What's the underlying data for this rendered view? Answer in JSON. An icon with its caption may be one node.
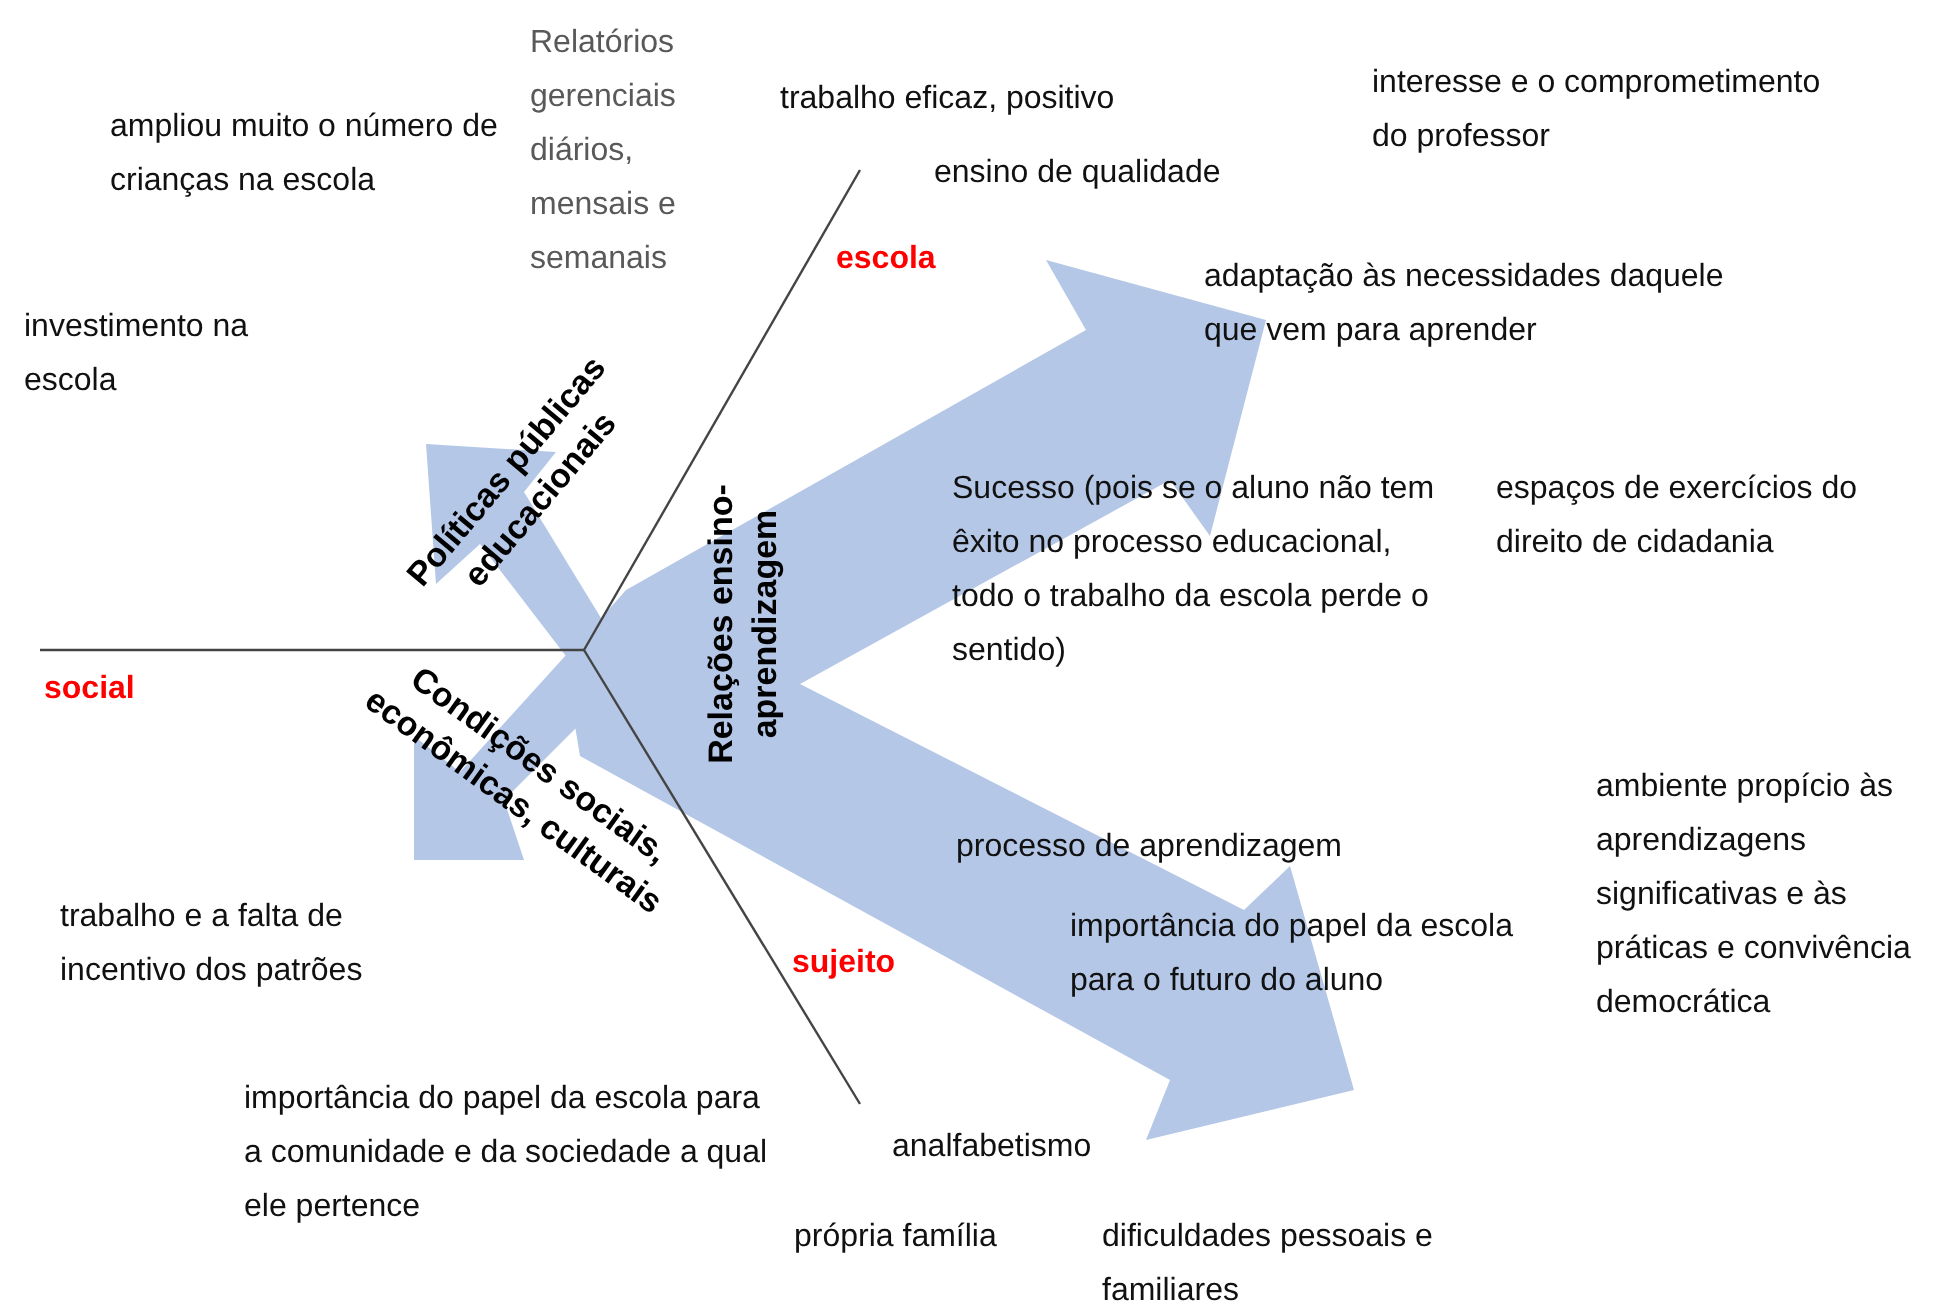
{
  "diagram": {
    "labels": [
      "Relatórios gerenciais diários, mensais e semanais",
      "trabalho eficaz, positivo",
      "interesse e o comprometimento do professor",
      "ampliou muito o número de crianças na escola",
      "ensino de qualidade",
      "escola",
      "adaptação às necessidades daquele que vem para aprender",
      "investimento na escola",
      "Políticas públicas educacionais",
      "Relações ensino-aprendizagem",
      "Sucesso (pois se o aluno não tem êxito no processo educacional, todo o trabalho da escola perde o sentido)",
      "espaços de exercícios do direito de cidadania",
      "social",
      "Condições sociais, econômicas, culturais",
      "ambiente propício às aprendizagens significativas e às práticas e convivência democrática",
      "processo de aprendizagem",
      "trabalho e a falta de incentivo dos patrões",
      "importância do papel da escola para o futuro do aluno",
      "sujeito",
      "importância do papel da escola para a comunidade e da sociedade a qual ele pertence",
      "analfabetismo",
      "própria família",
      "dificuldades pessoais e familiares"
    ]
  }
}
